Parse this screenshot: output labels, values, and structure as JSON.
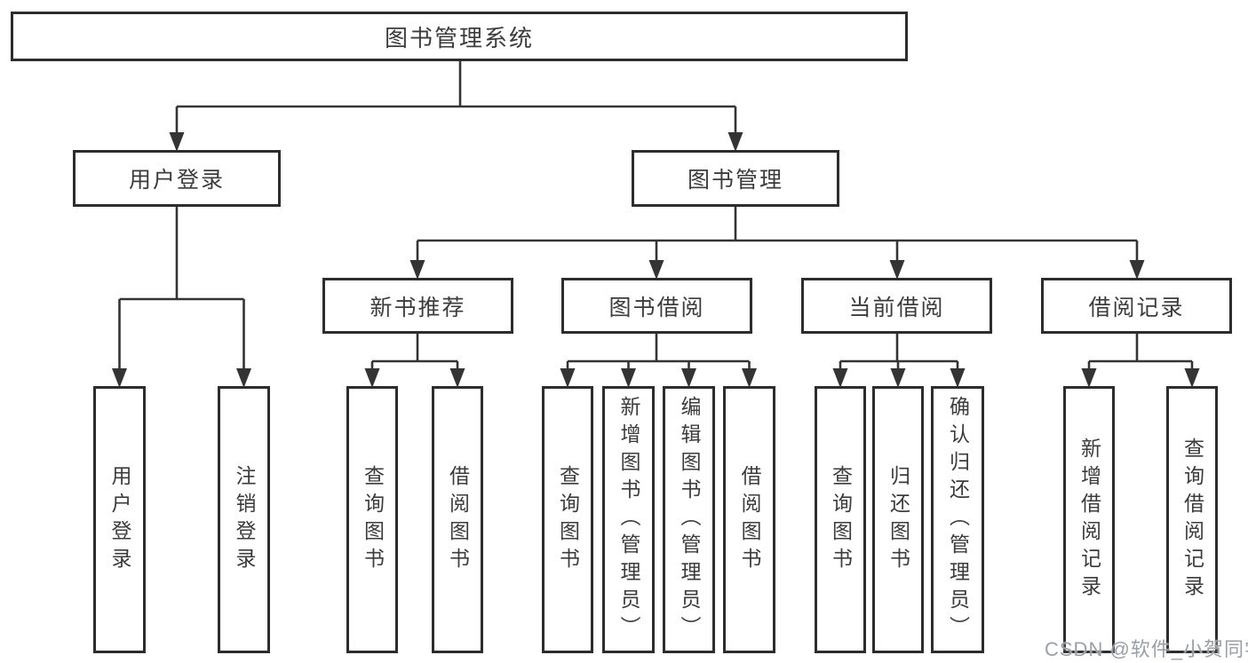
{
  "nodes": {
    "root": {
      "label": "图书管理系统"
    },
    "user_login": {
      "label": "用户登录"
    },
    "book_mgmt": {
      "label": "图书管理"
    },
    "new_book_rec": {
      "label": "新书推荐"
    },
    "book_borrow": {
      "label": "图书借阅"
    },
    "current_borrow": {
      "label": "当前借阅"
    },
    "borrow_records": {
      "label": "借阅记录"
    },
    "login_user": {
      "label": "用户登录"
    },
    "login_logout": {
      "label": "注销登录"
    },
    "rec_query": {
      "label": "查询图书"
    },
    "rec_borrow": {
      "label": "借阅图书"
    },
    "bb_query": {
      "label": "查询图书"
    },
    "bb_add": {
      "label": "新增图书（管理员）"
    },
    "bb_edit": {
      "label": "编辑图书（管理员）"
    },
    "bb_borrow": {
      "label": "借阅图书"
    },
    "cb_query": {
      "label": "查询图书"
    },
    "cb_return": {
      "label": "归还图书"
    },
    "cb_confirm": {
      "label": "确认归还（管理员）"
    },
    "br_add": {
      "label": "新增借阅记录"
    },
    "br_query": {
      "label": "查询借阅记录"
    }
  },
  "hierarchy": {
    "图书管理系统": [
      "用户登录",
      "图书管理"
    ],
    "用户登录": [
      "用户登录",
      "注销登录"
    ],
    "图书管理": [
      "新书推荐",
      "图书借阅",
      "当前借阅",
      "借阅记录"
    ],
    "新书推荐": [
      "查询图书",
      "借阅图书"
    ],
    "图书借阅": [
      "查询图书",
      "新增图书（管理员）",
      "编辑图书（管理员）",
      "借阅图书"
    ],
    "当前借阅": [
      "查询图书",
      "归还图书",
      "确认归还（管理员）"
    ],
    "借阅记录": [
      "新增借阅记录",
      "查询借阅记录"
    ]
  },
  "watermark": {
    "text": "CSDN @软件_小贺同学"
  },
  "colors": {
    "line": "#343434",
    "box_border": "#2d2d2d",
    "text": "#3c3c3c",
    "watermark": "#9aa0a8",
    "background": "#ffffff"
  }
}
